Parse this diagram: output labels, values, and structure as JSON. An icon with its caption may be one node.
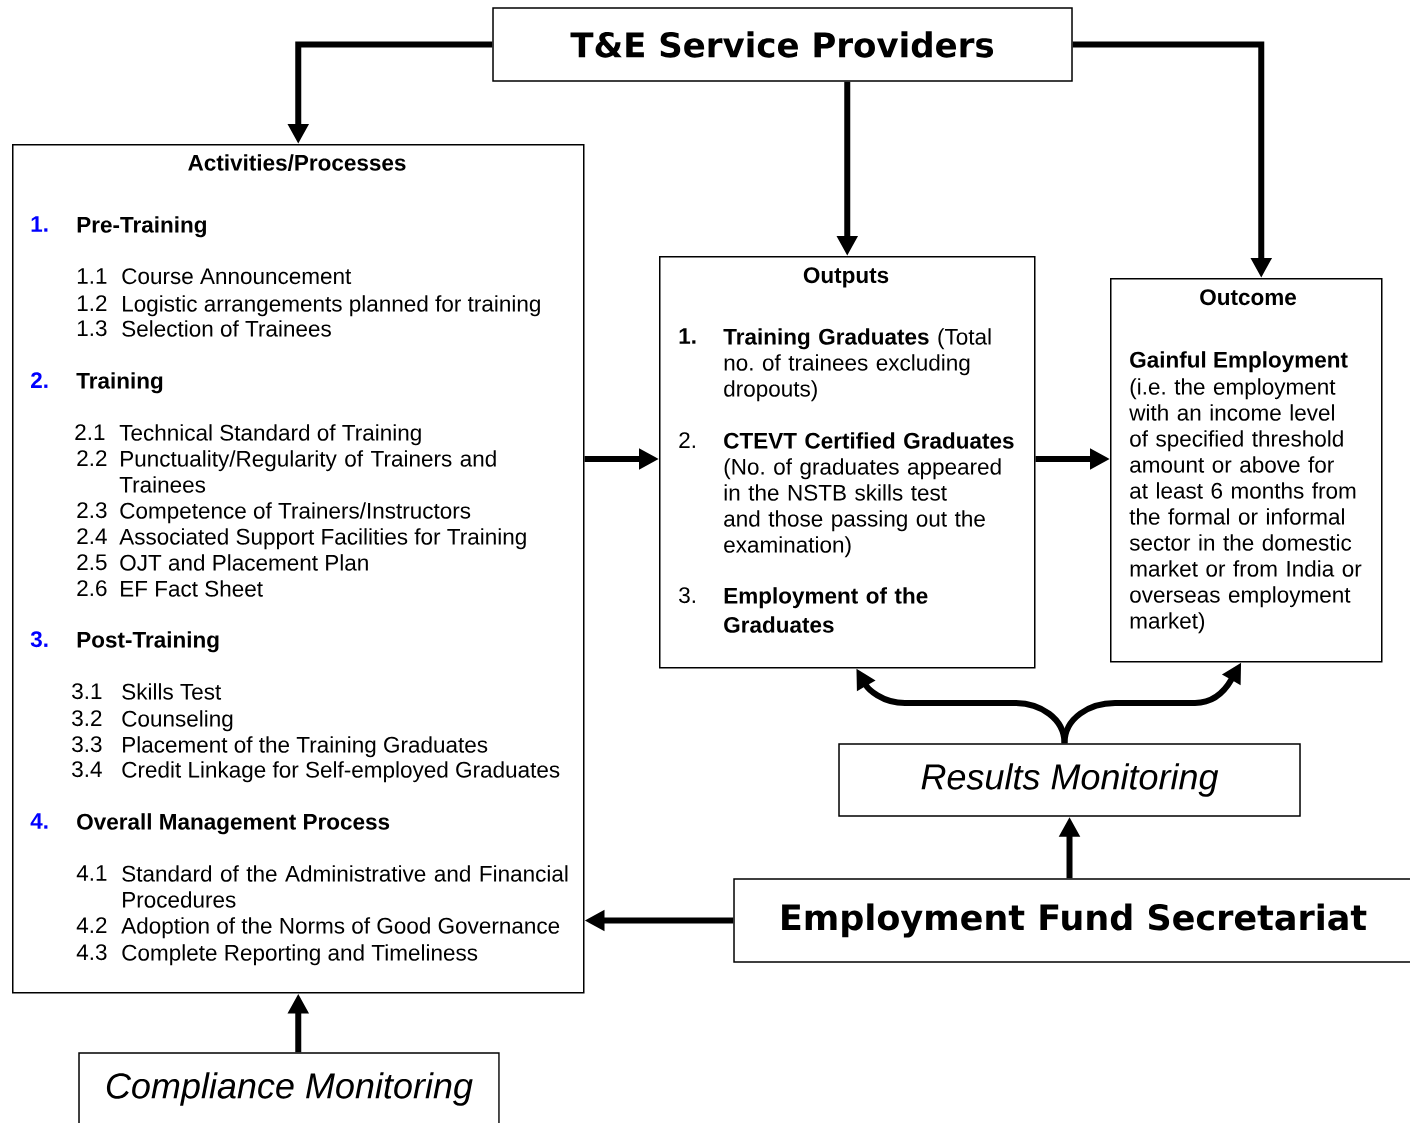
{
  "diagram": {
    "nodes": [
      {
        "text": [
          "T&E Service Providers"
        ]
      },
      {
        "text": [
          "Activities/Processes",
          "1.",
          "Pre-Training",
          "1.1",
          "Course Announcement",
          "1.2",
          "Logistic arrangements planned for training",
          "1.3",
          "Selection of Trainees",
          "2.",
          "Training",
          "2.1",
          "Technical Standard of Training",
          "2.2",
          "Punctuality/Regularity of Trainers and Trainees",
          "2.3",
          "Competence of Trainers/Instructors",
          "2.4",
          "Associated Support Facilities for Training",
          "2.5",
          "OJT and Placement Plan",
          "2.6",
          "EF Fact Sheet",
          "3.",
          "Post-Training",
          "3.1",
          "Skills Test",
          "3.2",
          "Counseling",
          "3.3",
          "Placement of the Training Graduates",
          "3.4",
          "Credit Linkage for Self-employed Graduates",
          "4.",
          "Overall Management Process",
          "4.1",
          "Standard of the Administrative and Financial Procedures",
          "4.2",
          "Adoption of the Norms of Good Governance",
          "4.3",
          "Complete Reporting and Timeliness"
        ]
      },
      {
        "text": [
          "Outputs",
          "1.",
          "**Training Graduates** (Total no. of trainees excluding dropouts)",
          "2.",
          "**CTEVT Certified Graduates** (No. of graduates appeared in the NSTB skills test and those passing out the examination)",
          "3.",
          "Employment of the Graduates"
        ]
      },
      {
        "text": [
          "Outcome",
          "Gainful Employment",
          "(i.e. the employment with an income level of specified threshold amount or above for at least 6 months from the formal or informal sector in the domestic market or from India or overseas employment market)"
        ]
      },
      {
        "text": [
          "Results Monitoring"
        ]
      },
      {
        "text": [
          "Employment Fund Secretariat"
        ]
      },
      {
        "text": [
          "Compliance Monitoring"
        ]
      }
    ],
    "edges": [
      {
        "from": 0,
        "to": 1,
        "arrow": "to"
      },
      {
        "from": 0,
        "to": 2,
        "arrow": "to"
      },
      {
        "from": 0,
        "to": 3,
        "arrow": "to"
      },
      {
        "from": 1,
        "to": 2,
        "arrow": "to"
      },
      {
        "from": 2,
        "to": 3,
        "arrow": "to"
      },
      {
        "from": 4,
        "to": 2,
        "arrow": "to"
      },
      {
        "from": 4,
        "to": 3,
        "arrow": "to"
      },
      {
        "from": 5,
        "to": 4,
        "arrow": "to"
      },
      {
        "from": 5,
        "to": 1,
        "arrow": "to"
      },
      {
        "from": 6,
        "to": 1,
        "arrow": "to"
      }
    ]
  }
}
